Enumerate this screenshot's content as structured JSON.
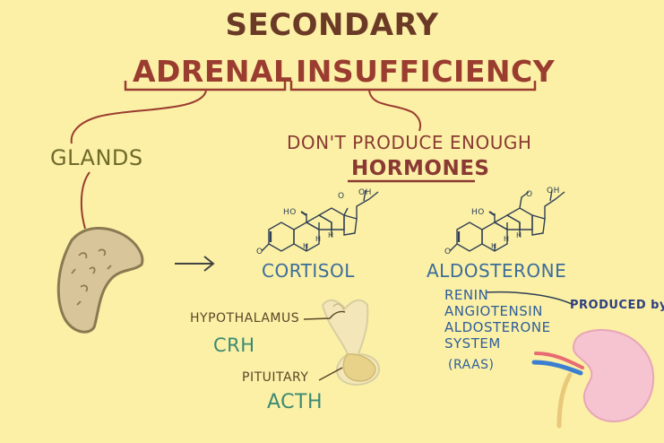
{
  "title": {
    "line1": "SECONDARY",
    "word_adrenal": "ADRENAL",
    "word_insufficiency": "INSUFFICIENCY"
  },
  "labels": {
    "glands": "GLANDS",
    "dont_produce": "DON'T PRODUCE ENOUGH",
    "hormones": "HORMONES",
    "cortisol": "CORTISOL",
    "aldosterone": "ALDOSTERONE",
    "produced_by": "PRODUCED by",
    "hypothalamus": "HYPOTHALAMUS",
    "crh": "CRH",
    "pituitary": "PITUITARY",
    "acth": "ACTH"
  },
  "raas": {
    "lines": [
      "RENIN",
      "ANGIOTENSIN",
      "ALDOSTERONE",
      "SYSTEM"
    ],
    "abbrev": "(RAAS)"
  },
  "molecule_atoms": {
    "oh": "OH",
    "ho": "HO",
    "o": "O",
    "h": "H"
  },
  "colors": {
    "background": "#fbf0a6",
    "title": "#6b3a26",
    "accent_red": "#9a3c2f",
    "olive": "#6f6a2a",
    "hormone_blue": "#3c6d9a",
    "raas_blue": "#2f5e9a",
    "hormone_green": "#3c8a73",
    "gland": "#d9c59a",
    "kidney": "#f6c3d0"
  },
  "icons": [
    "adrenal-gland-icon",
    "arrow-right-icon",
    "steroid-molecule-icon",
    "hypothalamus-pituitary-icon",
    "kidney-icon"
  ]
}
